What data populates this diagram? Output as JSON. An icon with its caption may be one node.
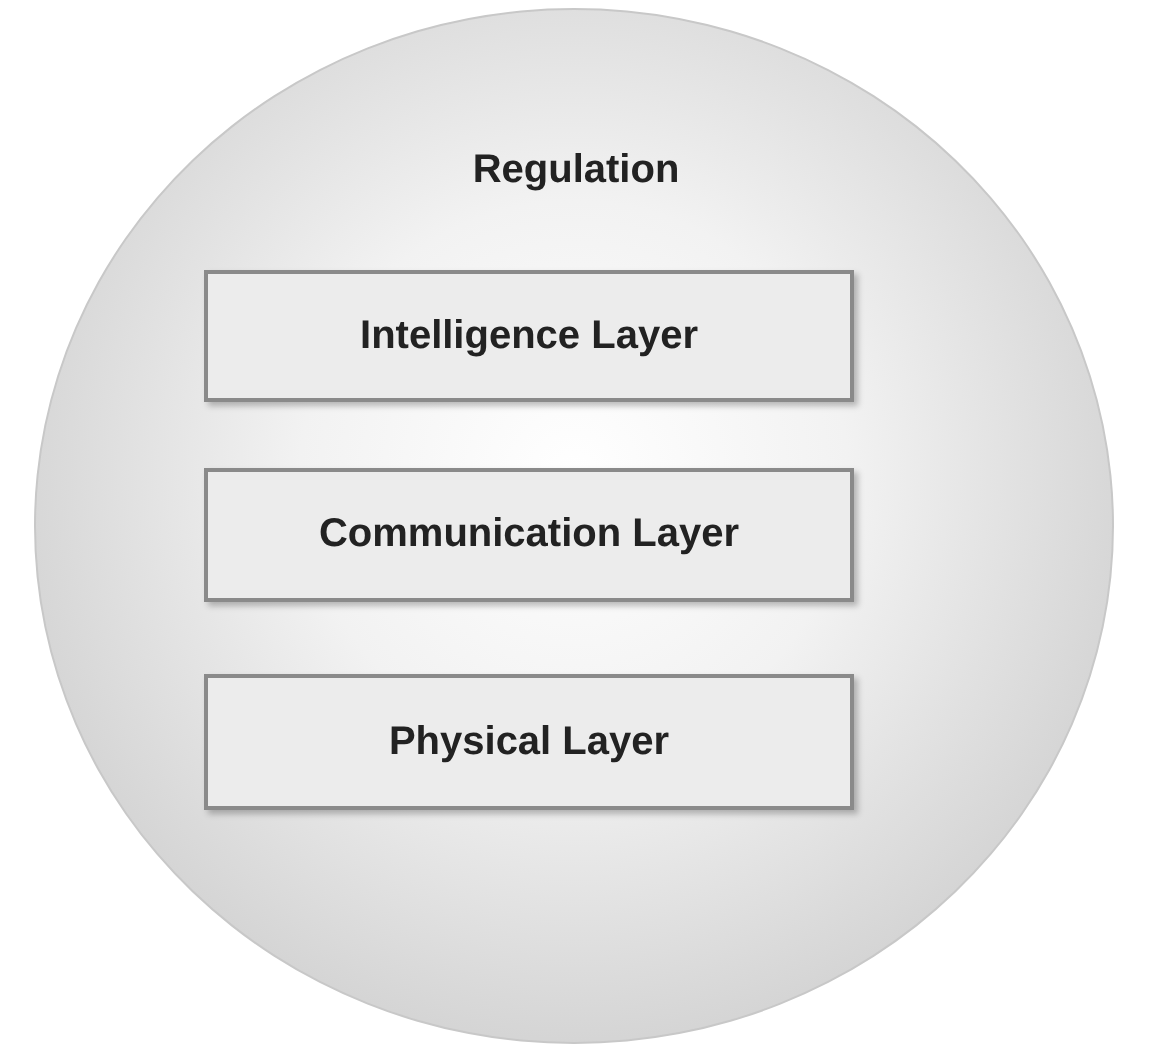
{
  "diagram": {
    "nodes": [
      {
        "text": [
          "Regulation"
        ]
      },
      {
        "text": [
          "Intelligence Layer"
        ],
        "in": 0
      },
      {
        "text": [
          "Communication Layer"
        ],
        "in": 0
      },
      {
        "text": [
          "Physical Layer"
        ],
        "in": 0
      }
    ]
  }
}
